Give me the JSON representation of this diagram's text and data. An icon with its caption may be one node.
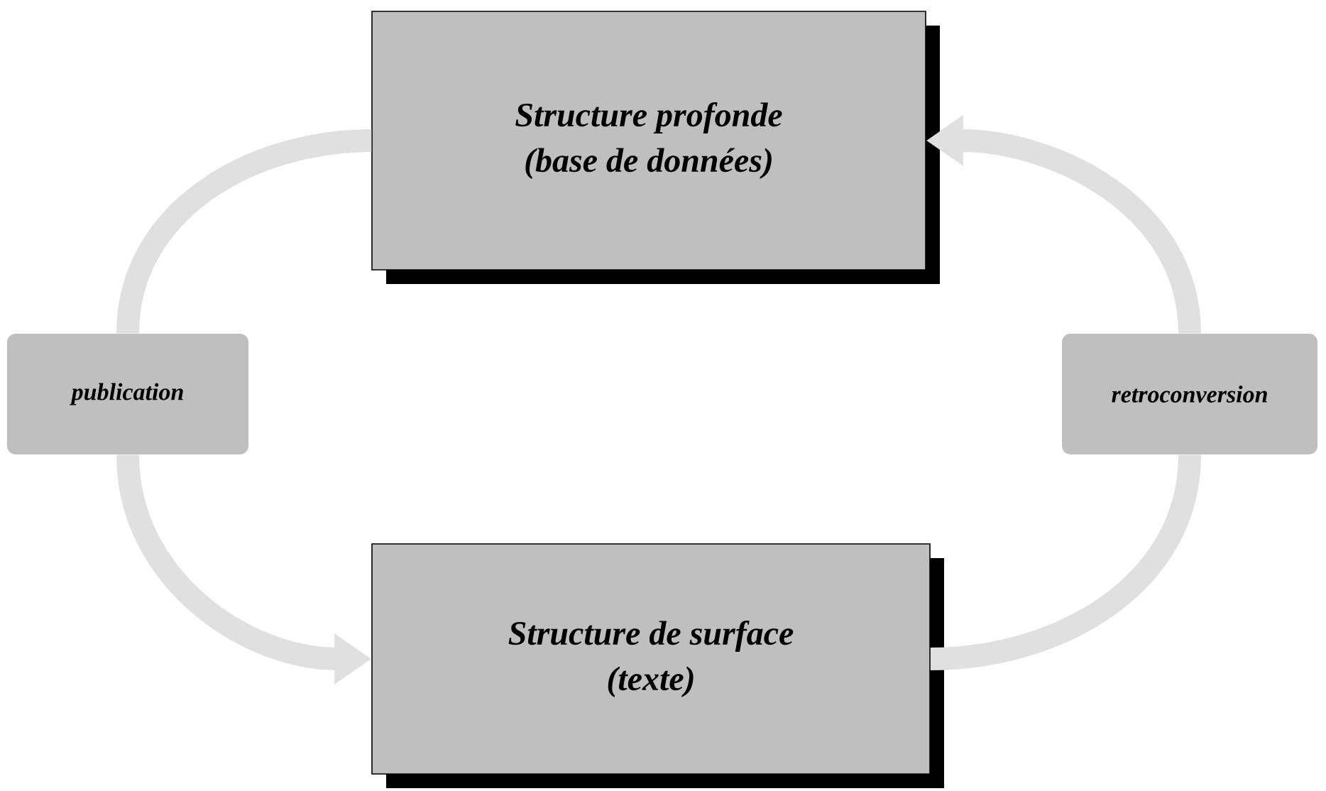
{
  "diagram": {
    "nodes": [
      {
        "text": [
          "Structure profonde",
          "(base de données)"
        ]
      },
      {
        "text": [
          "publication"
        ]
      },
      {
        "text": [
          "Structure de surface",
          "(texte)"
        ]
      },
      {
        "text": [
          "retroconversion"
        ]
      }
    ],
    "edges": [
      {
        "from": 0,
        "to": 1,
        "arrow": "none"
      },
      {
        "from": 1,
        "to": 2,
        "arrow": "to"
      },
      {
        "from": 2,
        "to": 3,
        "arrow": "none"
      },
      {
        "from": 3,
        "to": 0,
        "arrow": "to"
      }
    ]
  }
}
